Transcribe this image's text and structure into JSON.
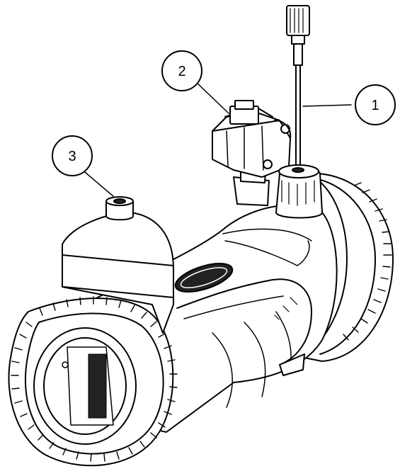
{
  "callouts": [
    {
      "id": "callout-1",
      "label": "1"
    },
    {
      "id": "callout-2",
      "label": "2"
    },
    {
      "id": "callout-3",
      "label": "3"
    }
  ],
  "colors": {
    "line": "#000000",
    "fill": "#ffffff"
  }
}
